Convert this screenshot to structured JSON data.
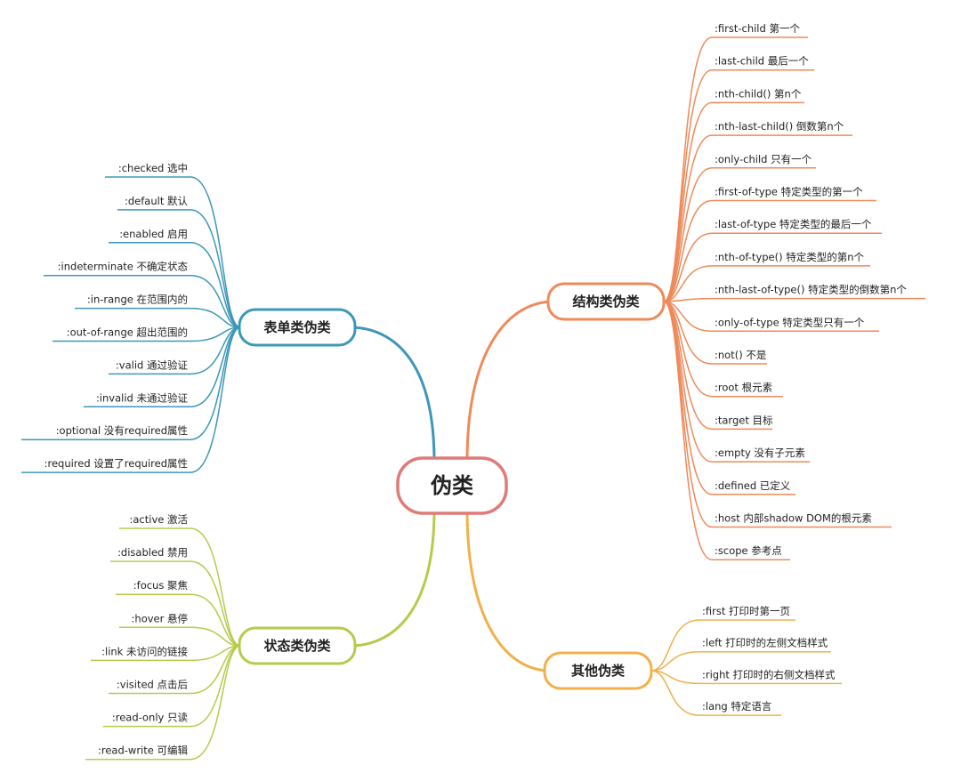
{
  "root": {
    "label": "伪类"
  },
  "colors": {
    "root": "#e07a78",
    "structural": "#ee8a5b",
    "form": "#3d97b8",
    "state": "#b9c94c",
    "other": "#f1b04c"
  },
  "branches": {
    "structural": {
      "label": "结构类伪类",
      "items": [
        ":first-child 第一个",
        ":last-child 最后一个",
        ":nth-child() 第n个",
        ":nth-last-child() 倒数第n个",
        ":only-child 只有一个",
        ":first-of-type 特定类型的第一个",
        ":last-of-type 特定类型的最后一个",
        ":nth-of-type() 特定类型的第n个",
        ":nth-last-of-type() 特定类型的倒数第n个",
        ":only-of-type 特定类型只有一个",
        ":not() 不是",
        ":root 根元素",
        ":target 目标",
        ":empty 没有子元素",
        ":defined 已定义",
        ":host 内部shadow DOM的根元素",
        ":scope 参考点"
      ]
    },
    "form": {
      "label": "表单类伪类",
      "items": [
        ":checked 选中",
        ":default 默认",
        ":enabled 启用",
        ":indeterminate 不确定状态",
        ":in-range 在范围内的",
        ":out-of-range 超出范围的",
        ":valid 通过验证",
        ":invalid 未通过验证",
        ":optional 没有required属性",
        ":required 设置了required属性"
      ]
    },
    "state": {
      "label": "状态类伪类",
      "items": [
        ":active 激活",
        ":disabled 禁用",
        ":focus 聚焦",
        ":hover 悬停",
        ":link 未访问的链接",
        ":visited 点击后",
        ":read-only 只读",
        ":read-write 可编辑"
      ]
    },
    "other": {
      "label": "其他伪类",
      "items": [
        ":first 打印时第一页",
        ":left 打印时的左侧文档样式",
        ":right 打印时的右侧文档样式",
        ":lang 特定语言"
      ]
    }
  }
}
